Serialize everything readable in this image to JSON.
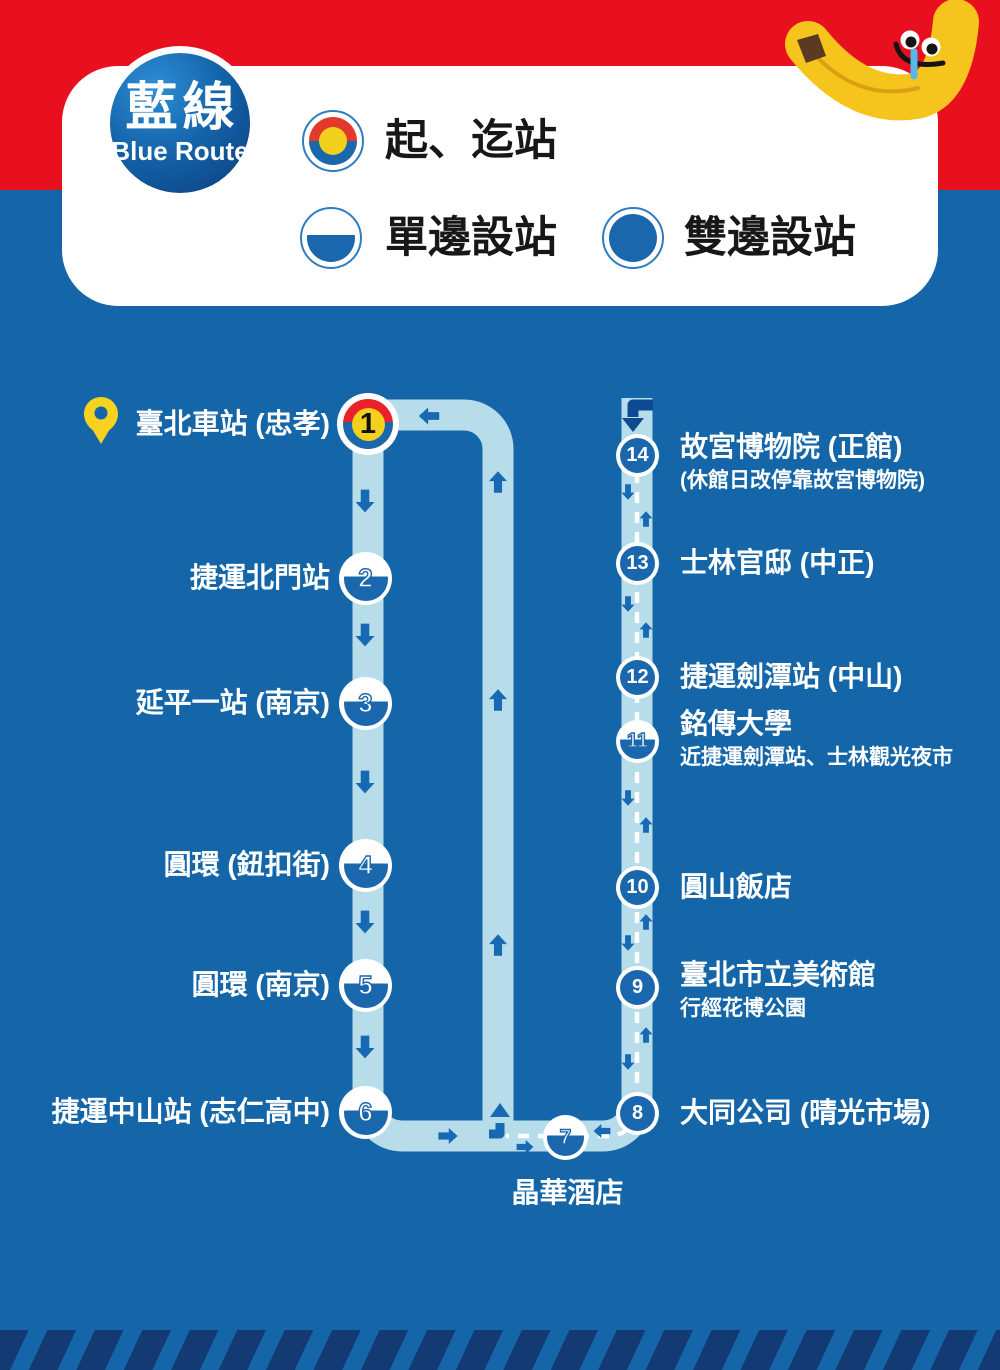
{
  "colors": {
    "background": "#1566a9",
    "banner_red": "#e8101e",
    "route_band": "#b7dcea",
    "arrow_blue": "#1769b3",
    "station_blue": "#1b67ad",
    "terminal_red": "#e8212b",
    "terminal_yellow": "#f2d01c",
    "stripe_navy": "#133a73"
  },
  "header": {
    "badge": {
      "title": "藍線",
      "subtitle": "Blue Route"
    },
    "legend": [
      {
        "icon": "terminal-station-icon",
        "label": "起、迄站"
      },
      {
        "icon": "single-side-station-icon",
        "label": "單邊設站"
      },
      {
        "icon": "double-side-station-icon",
        "label": "雙邊設站"
      }
    ],
    "mascot_icon": "crying-banana-mascot-icon"
  },
  "map": {
    "icons": {
      "start": "location-pin-icon",
      "turnaround": "u-turn-arrow-icon"
    },
    "stations": [
      {
        "number": "1",
        "name": "臺北車站 (忠孝)",
        "type": "terminal"
      },
      {
        "number": "2",
        "name": "捷運北門站",
        "type": "single"
      },
      {
        "number": "3",
        "name": "延平一站 (南京)",
        "type": "single"
      },
      {
        "number": "4",
        "name": "圓環 (鈕扣街)",
        "type": "single"
      },
      {
        "number": "5",
        "name": "圓環 (南京)",
        "type": "single"
      },
      {
        "number": "6",
        "name": "捷運中山站 (志仁高中)",
        "type": "single"
      },
      {
        "number": "7",
        "name": "晶華酒店",
        "type": "single"
      },
      {
        "number": "8",
        "name": "大同公司 (晴光市場)",
        "type": "double"
      },
      {
        "number": "9",
        "name": "臺北市立美術館",
        "sub": "行經花博公園",
        "type": "double"
      },
      {
        "number": "10",
        "name": "圓山飯店",
        "type": "double"
      },
      {
        "number": "11",
        "name": "銘傳大學",
        "sub": "近捷運劍潭站、士林觀光夜市",
        "type": "single"
      },
      {
        "number": "12",
        "name": "捷運劍潭站 (中山)",
        "type": "double"
      },
      {
        "number": "13",
        "name": "士林官邸 (中正)",
        "type": "double"
      },
      {
        "number": "14",
        "name": "故宮博物院 (正館)",
        "sub": "(休館日改停靠故宮博物院)",
        "type": "double"
      }
    ]
  }
}
